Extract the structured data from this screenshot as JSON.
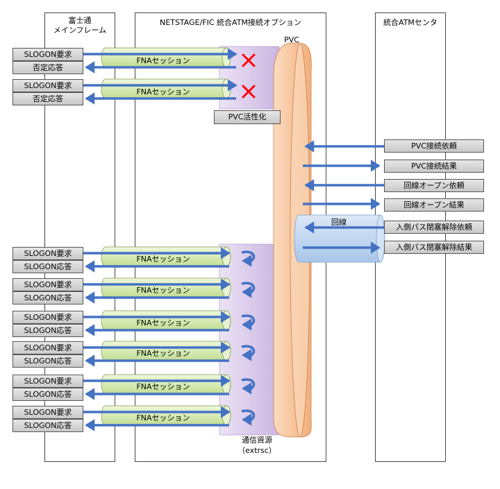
{
  "lanes": {
    "mainframe_title_line1": "富士通",
    "mainframe_title_line2": "メインフレーム",
    "option_title": "NETSTAGE/FIC 統合ATM接続オプション",
    "center_title": "統合ATMセンタ"
  },
  "pvc_label": "PVC",
  "pvc_activate_label": "PVC活性化",
  "line_label": "回線",
  "resource_label_line1": "通信資源",
  "resource_label_line2": "（extrsc）",
  "rejected_sessions": [
    {
      "session_label": "FNAセッション",
      "request_label": "SLOGON要求",
      "response_label": "否定応答"
    },
    {
      "session_label": "FNAセッション",
      "request_label": "SLOGON要求",
      "response_label": "否定応答"
    }
  ],
  "accepted_sessions": [
    {
      "session_label": "FNAセッション",
      "request_label": "SLOGON要求",
      "response_label": "SLOGON応答"
    },
    {
      "session_label": "FNAセッション",
      "request_label": "SLOGON要求",
      "response_label": "SLOGON応答"
    },
    {
      "session_label": "FNAセッション",
      "request_label": "SLOGON要求",
      "response_label": "SLOGON応答"
    },
    {
      "session_label": "FNAセッション",
      "request_label": "SLOGON要求",
      "response_label": "SLOGON応答"
    },
    {
      "session_label": "FNAセッション",
      "request_label": "SLOGON要求",
      "response_label": "SLOGON応答"
    },
    {
      "session_label": "FNAセッション",
      "request_label": "SLOGON要求",
      "response_label": "SLOGON応答"
    }
  ],
  "center_messages": [
    {
      "label": "PVC接続依頼"
    },
    {
      "label": "PVC接続結果"
    },
    {
      "label": "回線オープン依頼"
    },
    {
      "label": "回線オープン結果"
    },
    {
      "label": "入側パス閉塞解除依頼"
    },
    {
      "label": "入側パス閉塞解除結果"
    }
  ],
  "colors": {
    "arrow": "#4472c4",
    "cross": "#ff0000",
    "session_fill": "#d7ebb5",
    "resource_fill": "#d9c8ea",
    "pvc_fill": "#f8c49c",
    "line_fill": "#bcd3ee"
  }
}
